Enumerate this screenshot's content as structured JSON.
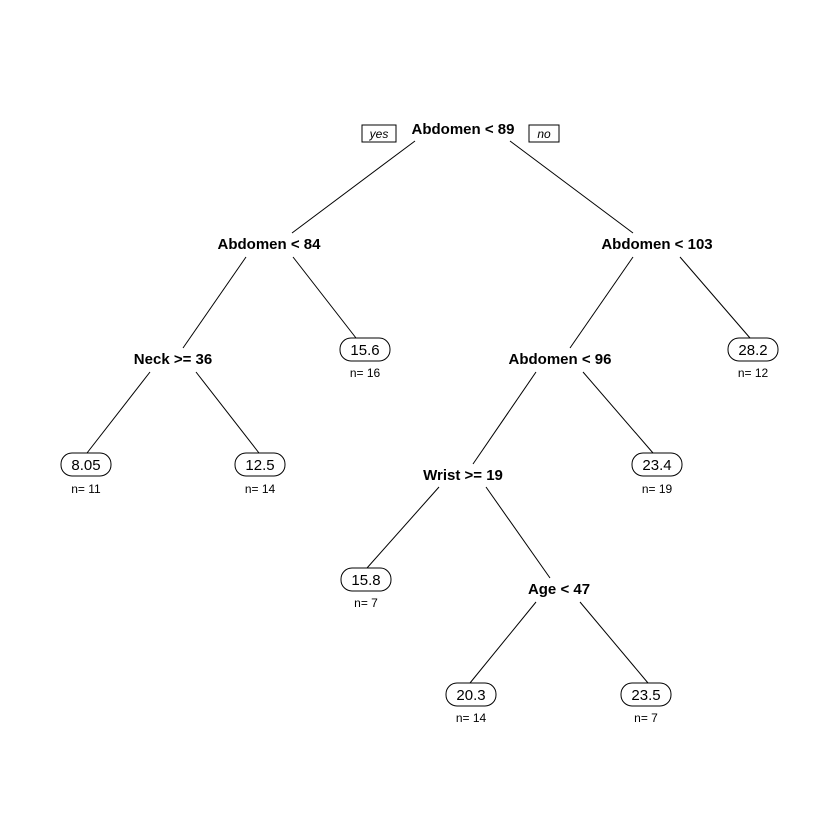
{
  "tree": {
    "root": "Abdomen < 89",
    "branch_labels": {
      "yes": "yes",
      "no": "no"
    },
    "splits": {
      "abdomen_84": "Abdomen < 84",
      "abdomen_103": "Abdomen < 103",
      "neck_36": "Neck >= 36",
      "abdomen_96": "Abdomen < 96",
      "wrist_19": "Wrist >= 19",
      "age_47": "Age < 47"
    },
    "leaves": {
      "leaf_805": {
        "value": "8.05",
        "n": "n= 11"
      },
      "leaf_125": {
        "value": "12.5",
        "n": "n= 14"
      },
      "leaf_156": {
        "value": "15.6",
        "n": "n= 16"
      },
      "leaf_282": {
        "value": "28.2",
        "n": "n= 12"
      },
      "leaf_234": {
        "value": "23.4",
        "n": "n= 19"
      },
      "leaf_158": {
        "value": "15.8",
        "n": "n= 7"
      },
      "leaf_203": {
        "value": "20.3",
        "n": "n= 14"
      },
      "leaf_235": {
        "value": "23.5",
        "n": "n= 7"
      }
    }
  }
}
